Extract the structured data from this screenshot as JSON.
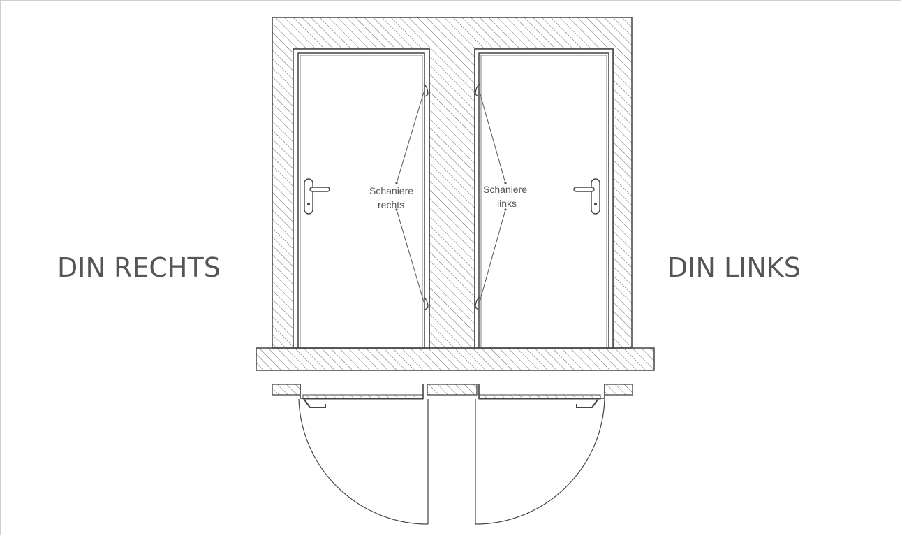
{
  "labels": {
    "din_right": "DIN RECHTS",
    "din_left": "DIN LINKS",
    "hinges_right_line1": "Schaniere",
    "hinges_right_line2": "rechts",
    "hinges_left_line1": "Schaniere",
    "hinges_left_line2": "links"
  },
  "colors": {
    "line": "#444444",
    "text": "#555555",
    "hatch": "#666666"
  }
}
